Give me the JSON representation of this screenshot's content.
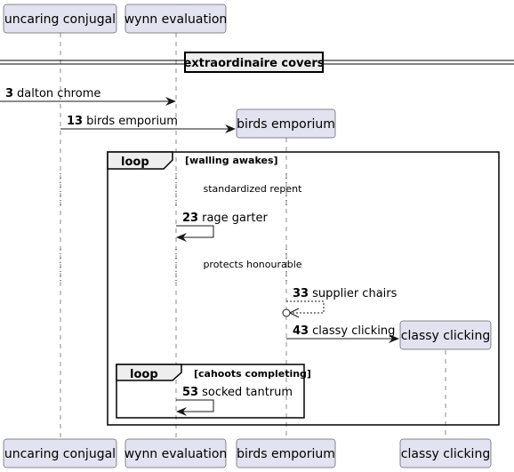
{
  "participants": [
    {
      "name": "uncaring conjugal"
    },
    {
      "name": "wynn evaluation"
    },
    {
      "name": "birds emporium"
    },
    {
      "name": "classy clicking"
    }
  ],
  "divider": {
    "label": "extraordinaire covers"
  },
  "messages": [
    {
      "num": "3",
      "text": "dalton chrome"
    },
    {
      "num": "13",
      "text": "birds emporium"
    },
    {
      "num": "23",
      "text": "rage garter"
    },
    {
      "num": "33",
      "text": "supplier chairs"
    },
    {
      "num": "43",
      "text": "classy clicking"
    },
    {
      "num": "53",
      "text": "socked tantrum"
    }
  ],
  "loops": [
    {
      "keyword": "loop",
      "condition": "[walling awakes]"
    },
    {
      "keyword": "loop",
      "condition": "[cahoots completing]"
    }
  ],
  "delays": [
    {
      "text": "standardized repent"
    },
    {
      "text": "protects honourable"
    }
  ]
}
